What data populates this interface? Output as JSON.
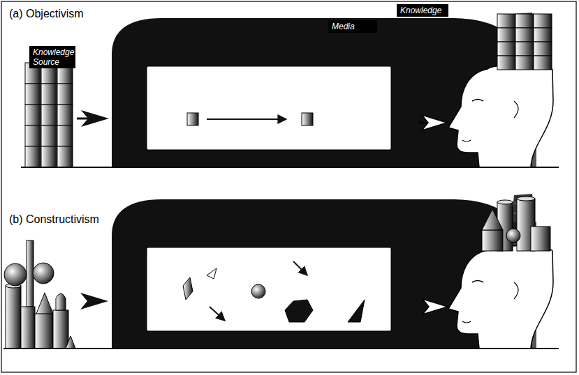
{
  "diagram": {
    "nodes": [
      {
        "text": [
          "(a) Objectivism"
        ]
      },
      {
        "text": [
          "Knowledge Source"
        ],
        "in": 0
      },
      {
        "text": [
          "Media"
        ],
        "in": 0
      },
      {
        "text": [
          "Knowledge"
        ],
        "in": 0
      },
      {
        "text": [
          "(b) Constructivism"
        ]
      }
    ],
    "edges": [
      {
        "from": 1,
        "to": 2,
        "arrow": "to"
      },
      {
        "from": 2,
        "to": 3,
        "arrow": "to"
      }
    ]
  }
}
